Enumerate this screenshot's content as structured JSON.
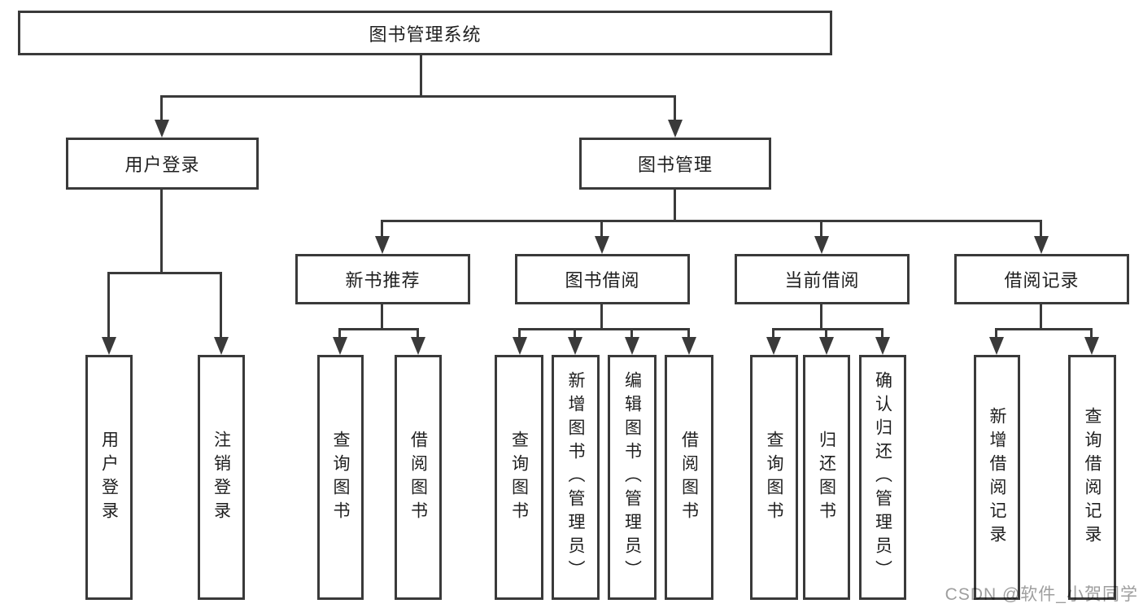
{
  "colors": {
    "line": "#3a3a3a",
    "text": "#1f1f1f",
    "watermark_color": "#9e9e9e",
    "background": "#ffffff"
  },
  "watermark": "CSDN @软件_小贺同学",
  "tree": {
    "root": "图书管理系统",
    "children": [
      {
        "label": "用户登录",
        "children": [
          "用户登录",
          "注销登录"
        ]
      },
      {
        "label": "图书管理",
        "children": [
          {
            "label": "新书推荐",
            "children": [
              "查询图书",
              "借阅图书"
            ]
          },
          {
            "label": "图书借阅",
            "children": [
              "查询图书",
              "新增图书（管理员）",
              "编辑图书（管理员）",
              "借阅图书"
            ]
          },
          {
            "label": "当前借阅",
            "children": [
              "查询图书",
              "归还图书",
              "确认归还（管理员）"
            ]
          },
          {
            "label": "借阅记录",
            "children": [
              "新增借阅记录",
              "查询借阅记录"
            ]
          }
        ]
      }
    ]
  }
}
